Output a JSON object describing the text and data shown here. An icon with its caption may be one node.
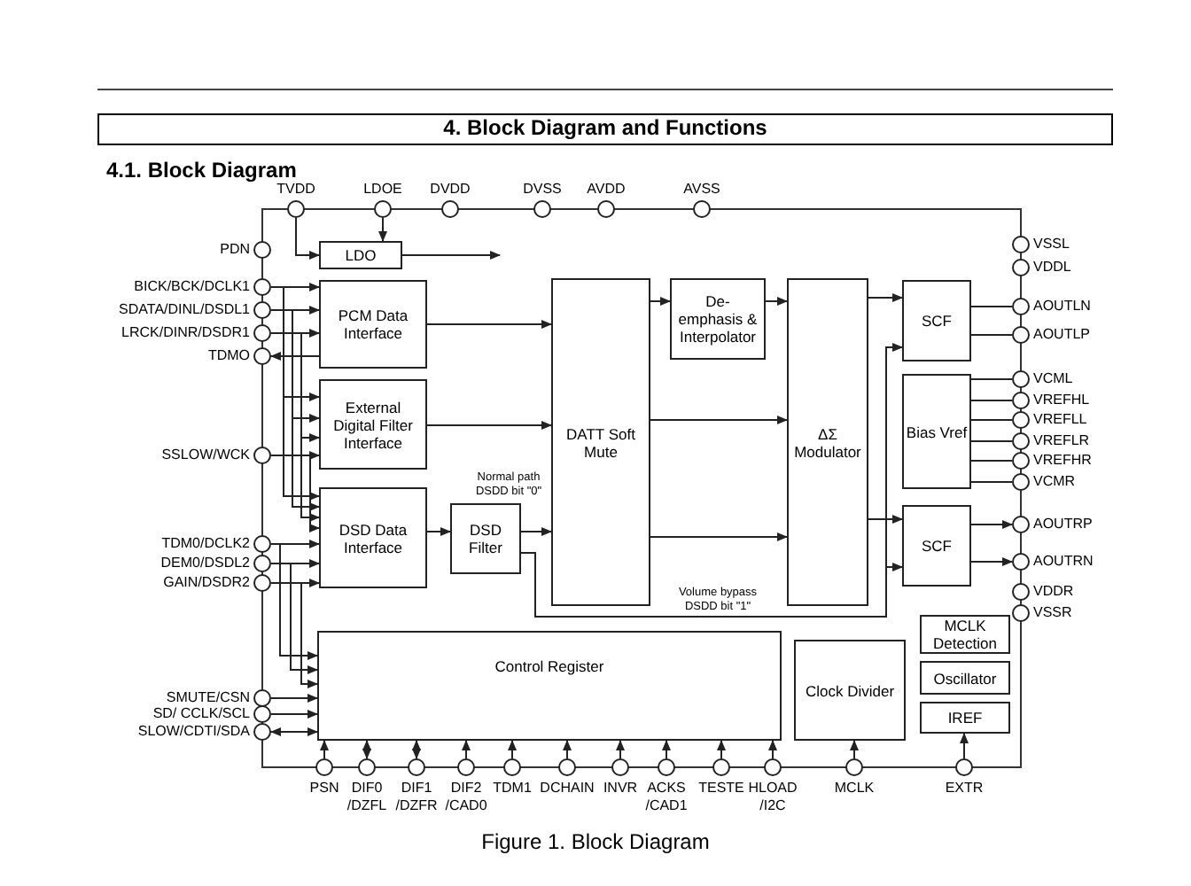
{
  "diagram": {
    "title": "4. Block Diagram and Functions",
    "caption": "Figure 1. Block Diagram",
    "nodes": [
      {
        "text": [
          "LDO"
        ]
      },
      {
        "text": [
          "PCM Data Interface"
        ]
      },
      {
        "text": [
          "External Digital Filter Interface"
        ]
      },
      {
        "text": [
          "DSD Data Interface"
        ]
      },
      {
        "text": [
          "DSD Filter"
        ]
      },
      {
        "text": [
          "DATT Soft Mute"
        ]
      },
      {
        "text": [
          "De-emphasis & Interpolator"
        ]
      },
      {
        "text": [
          "ΔΣ Modulator"
        ]
      },
      {
        "text": [
          "SCF"
        ]
      },
      {
        "text": [
          "Bias Vref"
        ]
      },
      {
        "text": [
          "SCF"
        ]
      },
      {
        "text": [
          "Control Register"
        ]
      },
      {
        "text": [
          "Clock Divider"
        ]
      },
      {
        "text": [
          "MCLK Detection"
        ]
      },
      {
        "text": [
          "Oscillator"
        ]
      },
      {
        "text": [
          "IREF"
        ]
      },
      {
        "text": [
          "TVDD"
        ]
      },
      {
        "text": [
          "LDOE"
        ]
      },
      {
        "text": [
          "DVDD"
        ]
      },
      {
        "text": [
          "DVSS"
        ]
      },
      {
        "text": [
          "AVDD"
        ]
      },
      {
        "text": [
          "AVSS"
        ]
      },
      {
        "text": [
          "PDN"
        ]
      },
      {
        "text": [
          "BICK/BCK/DCLK1"
        ]
      },
      {
        "text": [
          "SDATA/DINL/DSDL1"
        ]
      },
      {
        "text": [
          "LRCK/DINR/DSDR1"
        ]
      },
      {
        "text": [
          "TDMO"
        ]
      },
      {
        "text": [
          "SSLOW/WCK"
        ]
      },
      {
        "text": [
          "TDM0/DCLK2"
        ]
      },
      {
        "text": [
          "DEM0/DSDL2"
        ]
      },
      {
        "text": [
          "GAIN/DSDR2"
        ]
      },
      {
        "text": [
          "SMUTE/CSN"
        ]
      },
      {
        "text": [
          "SD/ CCLK/SCL"
        ]
      },
      {
        "text": [
          "SLOW/CDTI/SDA"
        ]
      },
      {
        "text": [
          "VSSL"
        ]
      },
      {
        "text": [
          "VDDL"
        ]
      },
      {
        "text": [
          "AOUTLN"
        ]
      },
      {
        "text": [
          "AOUTLP"
        ]
      },
      {
        "text": [
          "VCML"
        ]
      },
      {
        "text": [
          "VREFHL"
        ]
      },
      {
        "text": [
          "VREFLL"
        ]
      },
      {
        "text": [
          "VREFLR"
        ]
      },
      {
        "text": [
          "VREFHR"
        ]
      },
      {
        "text": [
          "VCMR"
        ]
      },
      {
        "text": [
          "AOUTRP"
        ]
      },
      {
        "text": [
          "AOUTRN"
        ]
      },
      {
        "text": [
          "VDDR"
        ]
      },
      {
        "text": [
          "VSSR"
        ]
      },
      {
        "text": [
          "PSN"
        ]
      },
      {
        "text": [
          "DIF0 /DZFL"
        ]
      },
      {
        "text": [
          "DIF1 /DZFR"
        ]
      },
      {
        "text": [
          "DIF2 /CAD0"
        ]
      },
      {
        "text": [
          "TDM1"
        ]
      },
      {
        "text": [
          "DCHAIN"
        ]
      },
      {
        "text": [
          "INVR"
        ]
      },
      {
        "text": [
          "ACKS /CAD1"
        ]
      },
      {
        "text": [
          "TESTE"
        ]
      },
      {
        "text": [
          "HLOAD /I2C"
        ]
      },
      {
        "text": [
          "MCLK"
        ]
      },
      {
        "text": [
          "EXTR"
        ]
      }
    ],
    "edges": [
      {
        "from": 16,
        "to": 0,
        "arrow": "to"
      },
      {
        "from": 17,
        "to": 0,
        "arrow": "to"
      },
      {
        "from": 0,
        "to": null,
        "arrow": "to"
      },
      {
        "from": 23,
        "to": 1,
        "arrow": "to"
      },
      {
        "from": 24,
        "to": 1,
        "arrow": "to"
      },
      {
        "from": 25,
        "to": 1,
        "arrow": "to"
      },
      {
        "from": 1,
        "to": 26,
        "arrow": "to"
      },
      {
        "from": 23,
        "to": 2,
        "arrow": "to"
      },
      {
        "from": 24,
        "to": 2,
        "arrow": "to"
      },
      {
        "from": 25,
        "to": 2,
        "arrow": "to"
      },
      {
        "from": 27,
        "to": 2,
        "arrow": "to"
      },
      {
        "from": 23,
        "to": 3,
        "arrow": "to"
      },
      {
        "from": 24,
        "to": 3,
        "arrow": "to"
      },
      {
        "from": 25,
        "to": 3,
        "arrow": "to"
      },
      {
        "from": 27,
        "to": 3,
        "arrow": "to"
      },
      {
        "from": 28,
        "to": 3,
        "arrow": "to"
      },
      {
        "from": 29,
        "to": 3,
        "arrow": "to"
      },
      {
        "from": 30,
        "to": 3,
        "arrow": "to"
      },
      {
        "from": 28,
        "to": 11,
        "arrow": "to"
      },
      {
        "from": 29,
        "to": 11,
        "arrow": "to"
      },
      {
        "from": 30,
        "to": 11,
        "arrow": "to"
      },
      {
        "from": 31,
        "to": 11,
        "arrow": "to"
      },
      {
        "from": 32,
        "to": 11,
        "arrow": "to"
      },
      {
        "from": 33,
        "to": 11,
        "arrow": "both"
      },
      {
        "from": 1,
        "to": 5,
        "arrow": "to"
      },
      {
        "from": 2,
        "to": 5,
        "arrow": "to"
      },
      {
        "from": 3,
        "to": 4,
        "arrow": "to"
      },
      {
        "from": 4,
        "to": 5,
        "arrow": "to",
        "label": "Normal path DSDD bit \"0\""
      },
      {
        "from": 4,
        "to": 8,
        "arrow": "to",
        "label": "Volume bypass DSDD bit \"1\""
      },
      {
        "from": 4,
        "to": 10,
        "arrow": "to"
      },
      {
        "from": 5,
        "to": 6,
        "arrow": "to"
      },
      {
        "from": 5,
        "to": 7,
        "arrow": "to"
      },
      {
        "from": 5,
        "to": 7,
        "arrow": "to"
      },
      {
        "from": 6,
        "to": 7,
        "arrow": "to"
      },
      {
        "from": 7,
        "to": 8,
        "arrow": "to"
      },
      {
        "from": 7,
        "to": 10,
        "arrow": "to"
      },
      {
        "from": 8,
        "to": 36,
        "arrow": "none"
      },
      {
        "from": 8,
        "to": 37,
        "arrow": "none"
      },
      {
        "from": 9,
        "to": 38,
        "arrow": "none"
      },
      {
        "from": 9,
        "to": 39,
        "arrow": "none"
      },
      {
        "from": 9,
        "to": 40,
        "arrow": "none"
      },
      {
        "from": 9,
        "to": 41,
        "arrow": "none"
      },
      {
        "from": 9,
        "to": 42,
        "arrow": "none"
      },
      {
        "from": 9,
        "to": 43,
        "arrow": "none"
      },
      {
        "from": 10,
        "to": 44,
        "arrow": "to"
      },
      {
        "from": 10,
        "to": 45,
        "arrow": "to"
      },
      {
        "from": 48,
        "to": 11,
        "arrow": "to"
      },
      {
        "from": 49,
        "to": 11,
        "arrow": "both"
      },
      {
        "from": 50,
        "to": 11,
        "arrow": "both"
      },
      {
        "from": 51,
        "to": 11,
        "arrow": "to"
      },
      {
        "from": 52,
        "to": 11,
        "arrow": "to"
      },
      {
        "from": 53,
        "to": 11,
        "arrow": "to"
      },
      {
        "from": 54,
        "to": 11,
        "arrow": "to"
      },
      {
        "from": 55,
        "to": 11,
        "arrow": "to"
      },
      {
        "from": 56,
        "to": 11,
        "arrow": "to"
      },
      {
        "from": 57,
        "to": 11,
        "arrow": "to"
      },
      {
        "from": 58,
        "to": 12,
        "arrow": "to"
      },
      {
        "from": 59,
        "to": 15,
        "arrow": "to"
      }
    ],
    "labels": [
      "4.1. Block Diagram"
    ]
  }
}
